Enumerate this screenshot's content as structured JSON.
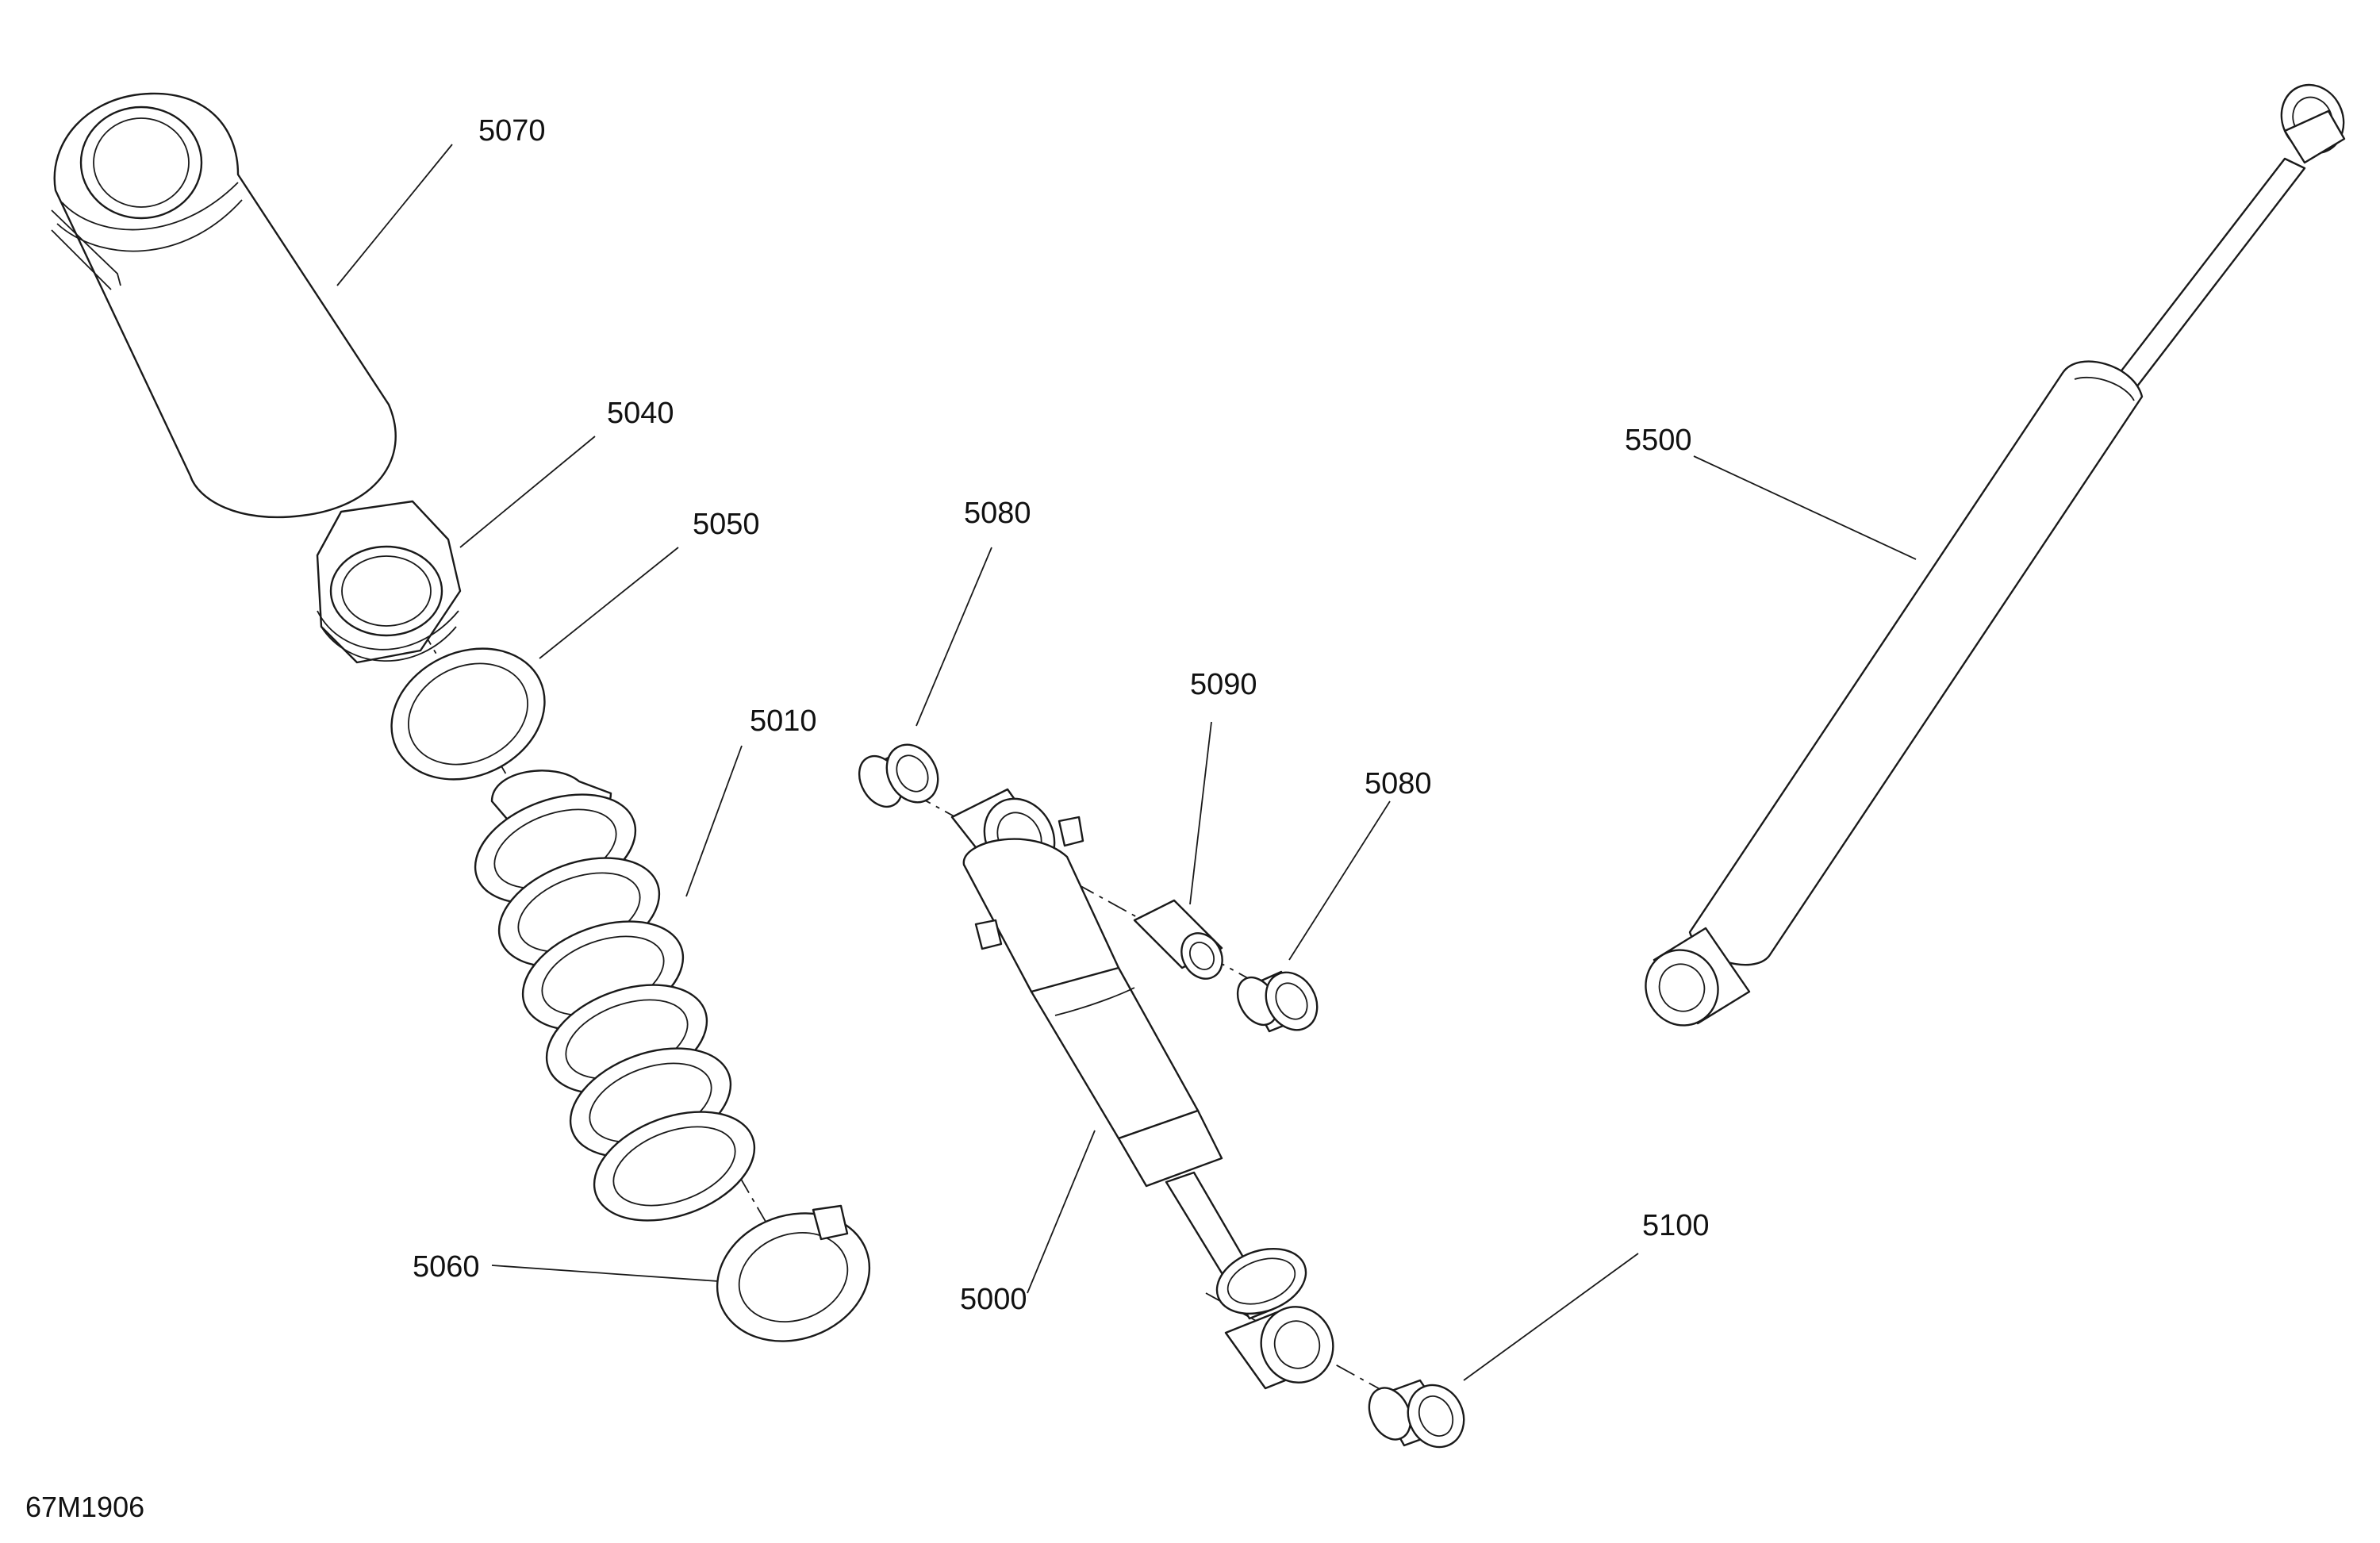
{
  "figure_id": "67M1906",
  "colors": {
    "line": "#1a1a1a",
    "background": "#ffffff"
  },
  "callouts": {
    "boot": "5070",
    "spring_retainer_top": "5040",
    "spring_washer": "5050",
    "spring": "5010",
    "spring_retainer_bottom": "5060",
    "bushing_upper_left": "5080",
    "spacer": "5090",
    "bushing_upper_right": "5080",
    "shock_absorber": "5000",
    "bushing_lower": "5100",
    "shock_absorber_gas": "5500"
  }
}
